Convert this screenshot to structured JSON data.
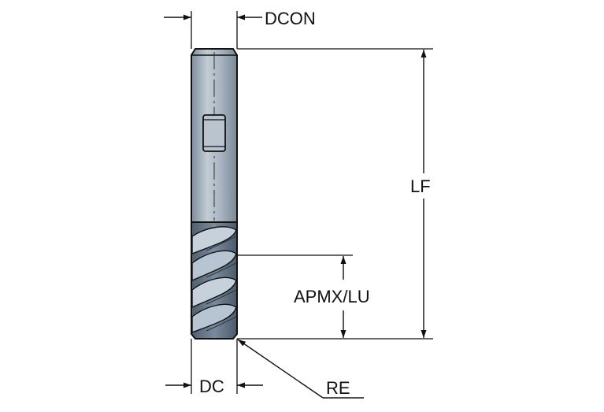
{
  "labels": {
    "dcon": "DCON",
    "lf": "LF",
    "apmx_lu": "APMX/LU",
    "dc": "DC",
    "re": "RE"
  },
  "colors": {
    "shank": "#9aa7b4",
    "shank_highlight": "#c2ccd6",
    "flute_body": "#6a7b8c",
    "flute_light": "#b7c4d1",
    "flute_dark": "#3e4c5a",
    "line": "#111111"
  }
}
